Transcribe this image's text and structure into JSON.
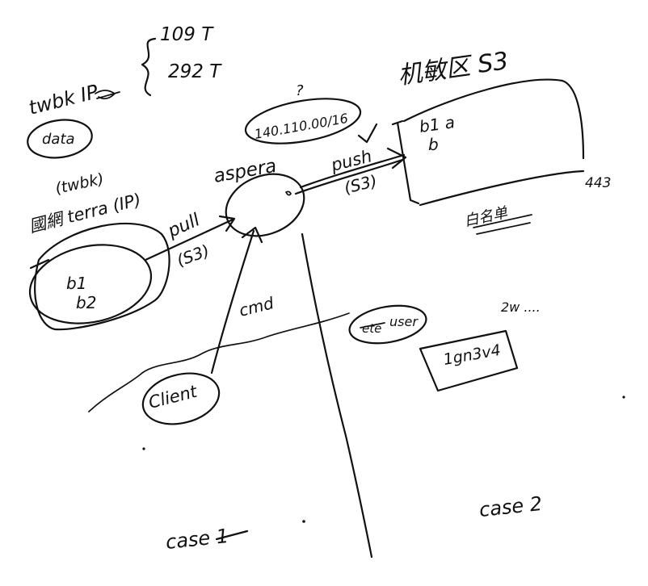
{
  "theme": {
    "ink": "#111111",
    "background": "#ffffff"
  },
  "notes": {
    "ip_counts": [
      "109 T",
      "292 T"
    ],
    "twbk_ip": "twbk IP",
    "data_label": "data",
    "subnet": "140.110.00/16",
    "subnet_mark": "?",
    "twbk_paren": "(twbk)",
    "source_label": "國網 terra (IP)",
    "source_items": [
      "b1",
      "b2"
    ],
    "aspera_label": "aspera",
    "pull_label": "pull",
    "pull_proto": "(S3)",
    "push_label": "push",
    "push_proto": "(S3)",
    "target_label": "机敏区 S3",
    "target_items": [
      "b1 a",
      "b"
    ],
    "target_port": "443",
    "target_note": "白名单",
    "cmd_label": "cmd",
    "client_label": "Client",
    "user_label": "user",
    "user_struck": "ete",
    "dots_label": "2w ....",
    "box_label": "1gn3v4",
    "case1": "case 1",
    "case2": "case 2"
  }
}
